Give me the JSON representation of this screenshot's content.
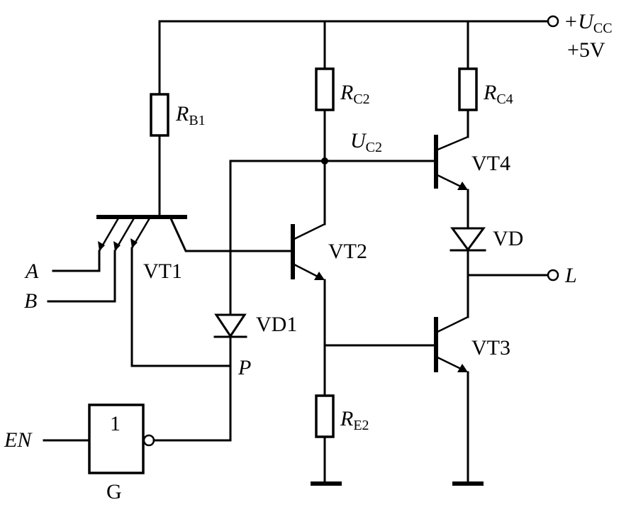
{
  "supply": {
    "ucc_symbol": "+U",
    "ucc_sub": "CC",
    "voltage": "+5V"
  },
  "resistors": {
    "rb1": {
      "sym": "R",
      "sub": "B1"
    },
    "rc2": {
      "sym": "R",
      "sub": "C2"
    },
    "rc4": {
      "sym": "R",
      "sub": "C4"
    },
    "re2": {
      "sym": "R",
      "sub": "E2"
    }
  },
  "node_uc2": {
    "sym": "U",
    "sub": "C2"
  },
  "transistors": {
    "vt1": "VT1",
    "vt2": "VT2",
    "vt3": "VT3",
    "vt4": "VT4"
  },
  "diodes": {
    "vd": "VD",
    "vd1": "VD1"
  },
  "inputs": {
    "a": "A",
    "b": "B",
    "en": "EN"
  },
  "output": {
    "l": "L"
  },
  "node_p": "P",
  "gate": {
    "symbol": "1",
    "name": "G"
  }
}
